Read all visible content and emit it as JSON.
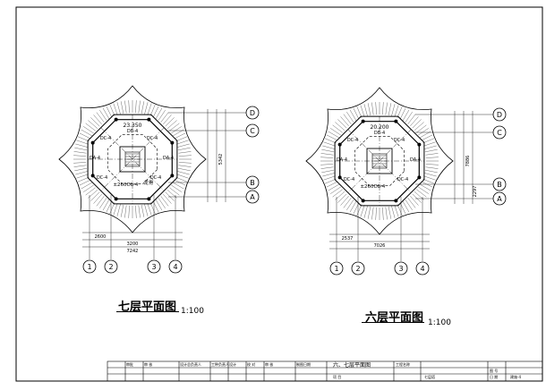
{
  "drawing": {
    "plan_left": {
      "title": "七层平面图",
      "scale": "1:100",
      "top_label": "23.350",
      "mid_label": "±260",
      "mid_label2": "龙骨",
      "grid_axes_h": [
        "1",
        "2",
        "3",
        "4"
      ],
      "grid_axes_v": [
        "D",
        "C",
        "B",
        "A"
      ],
      "beam_labels": [
        "DC-4",
        "DC-4",
        "DC-4",
        "DC-4",
        "DA-4",
        "DA-4",
        "DB-4",
        "DB-4"
      ],
      "dims_bottom": [
        "2600",
        "3200",
        "7242"
      ],
      "dims_right": [
        "5342"
      ]
    },
    "plan_right": {
      "title": "六层平面图",
      "scale": "1:100",
      "top_label": "20.200",
      "mid_label": "±260",
      "grid_axes_h": [
        "1",
        "2",
        "3",
        "4"
      ],
      "grid_axes_v": [
        "D",
        "C",
        "B",
        "A"
      ],
      "beam_labels": [
        "DC-4",
        "DC-4",
        "DC-4",
        "DC-4",
        "DA-4",
        "DA-4",
        "DB-4",
        "DB-4"
      ],
      "dims_bottom": [
        "2537",
        "7026"
      ],
      "dims_right": [
        "7886",
        "2297"
      ]
    }
  },
  "title_block": {
    "cells": [
      "审批",
      "审 核",
      "设计总负责人",
      "工种负责人",
      "设计",
      "校 对",
      "审 核",
      "制图日期"
    ],
    "sheet_title": "六、七层平面图",
    "project_label": "工程名称",
    "item_label": "项 目",
    "drawing_no_label": "图 号",
    "drawing_no": "建施-4",
    "date_label": "日 期",
    "project_value": "七层塔"
  }
}
